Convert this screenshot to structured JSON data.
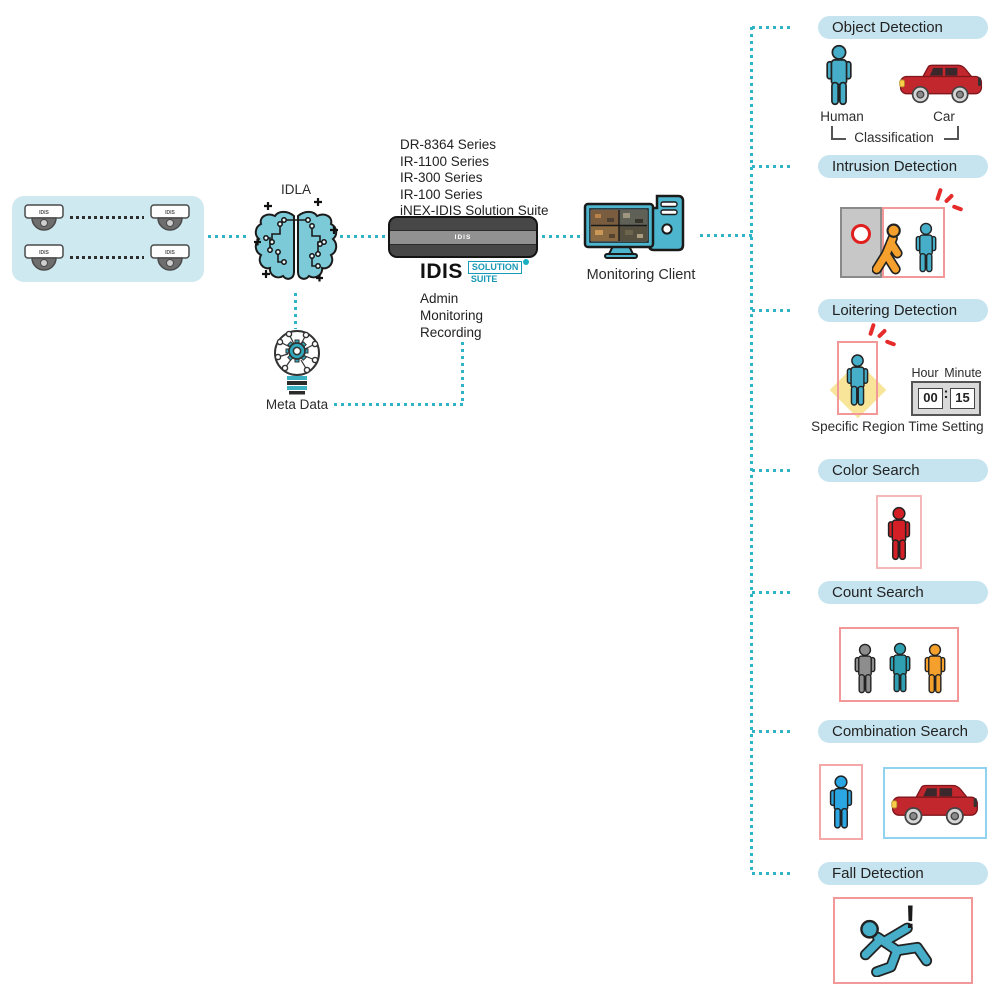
{
  "colors": {
    "teal": "#2fb3c6",
    "pill-bg": "#c6e4ef",
    "box-bg": "#cfe9f0",
    "red-outline": "#f29898",
    "pink-outline": "#f5b8b8",
    "blue-outline": "#8fd3ee",
    "person-teal": "#46aec8",
    "person-blue": "#2aa7e2",
    "person-orange": "#f5a02c",
    "person-gray": "#8d8d8d",
    "person-red": "#d41f26",
    "car-red": "#c1272d",
    "alert-red": "#e62b2b"
  },
  "pipeline": {
    "camera_brand": "IDIS",
    "idla_label": "IDLA",
    "metadata_label": "Meta Data",
    "products": [
      "DR-8364 Series",
      "IR-1100 Series",
      "IR-300 Series",
      "IR-100 Series",
      "iNEX-IDIS Solution Suite"
    ],
    "recorder_label": "IDIS",
    "logo": {
      "brand": "IDIS",
      "line1": "SOLUTION",
      "line2": "SUITE"
    },
    "functions": [
      "Admin",
      "Monitoring",
      "Recording"
    ],
    "client_label": "Monitoring Client"
  },
  "sections": [
    {
      "title": "Object Detection",
      "human_label": "Human",
      "car_label": "Car",
      "bracket_label": "Classification"
    },
    {
      "title": "Intrusion Detection"
    },
    {
      "title": "Loitering Detection",
      "region_label": "Specific Region",
      "hour_label": "Hour",
      "minute_label": "Minute",
      "hour_value": "00",
      "colon": ":",
      "minute_value": "15",
      "time_label": "Time Setting"
    },
    {
      "title": "Color Search"
    },
    {
      "title": "Count Search"
    },
    {
      "title": "Combination Search"
    },
    {
      "title": "Fall Detection",
      "exclamation": "!"
    }
  ]
}
